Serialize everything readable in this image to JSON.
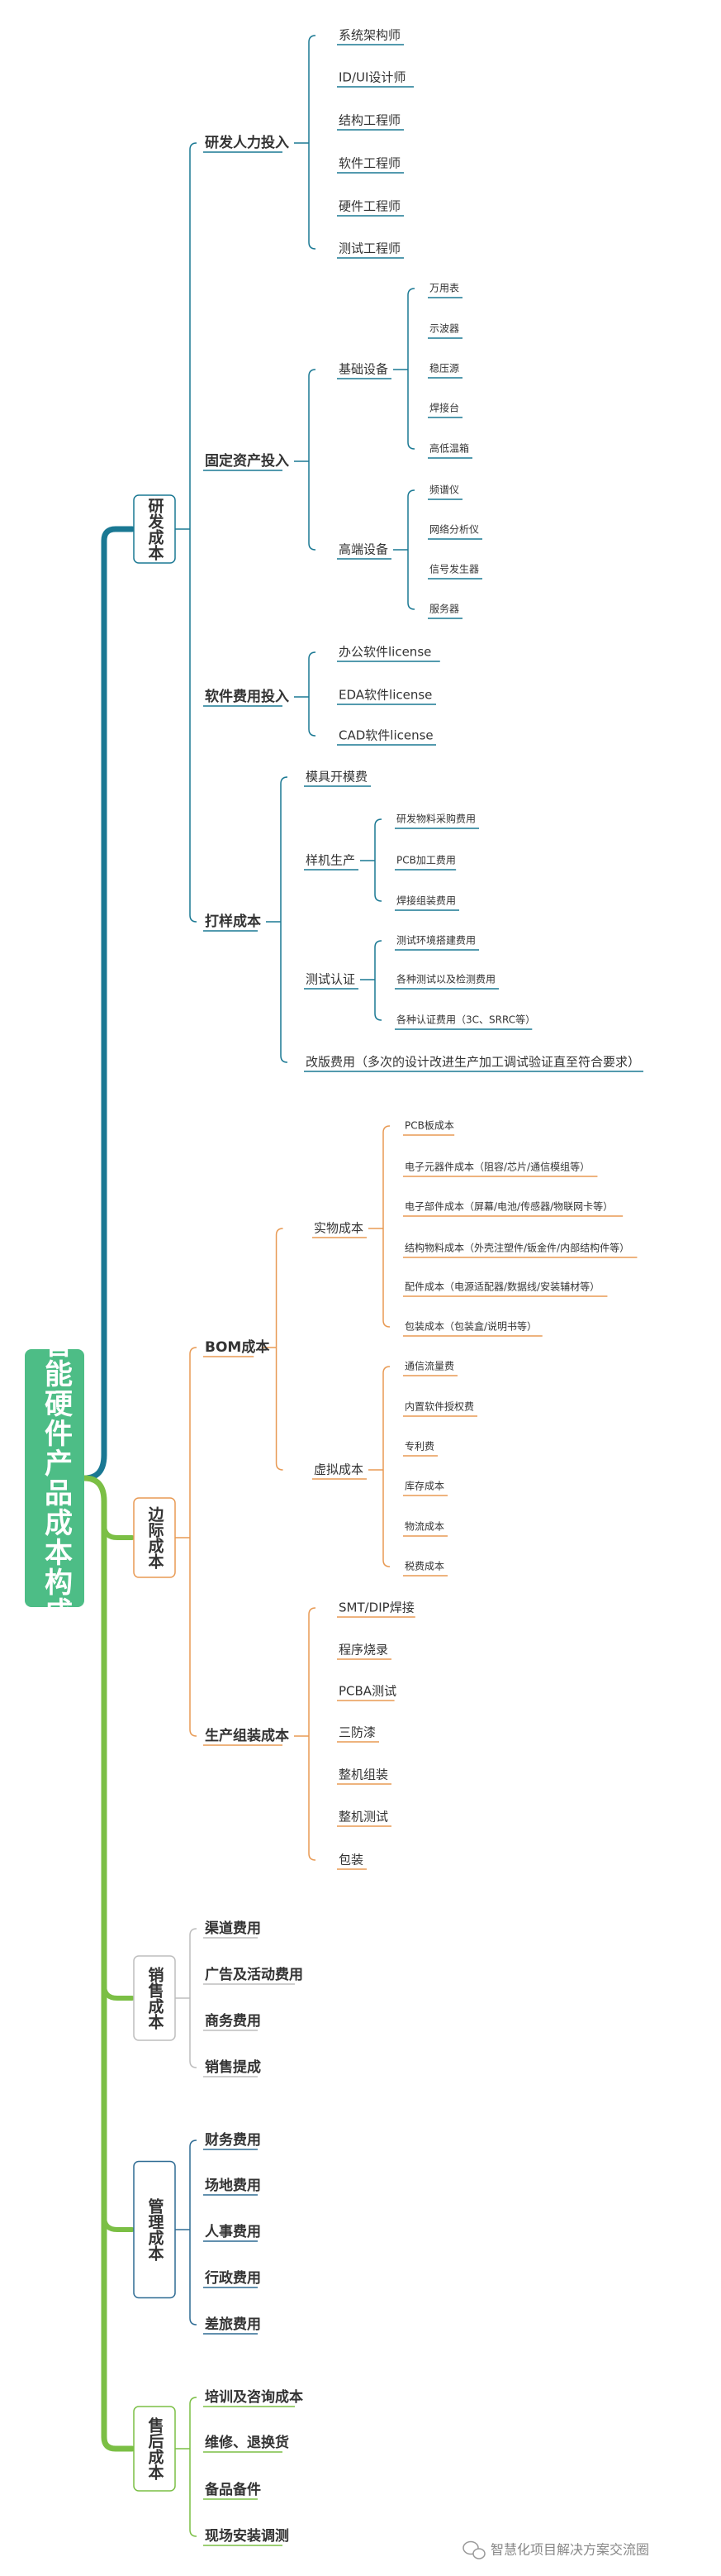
{
  "root": {
    "title": "智能硬件产品成本构成"
  },
  "colors": {
    "root_bg": "#4dbd86",
    "trunk_top": "#1a7893",
    "trunk_bottom": "#7bbf45",
    "研发": "#1a7893",
    "边际": "#e89a54",
    "销售": "#bdbdbd",
    "管理": "#2f6c94",
    "售后": "#7bbf45"
  },
  "categories": [
    {
      "key": "研发",
      "name": "研发成本",
      "items": [
        {
          "name": "研发人力投入",
          "children": [
            {
              "name": "系统架构师"
            },
            {
              "name": "ID/UI设计师"
            },
            {
              "name": "结构工程师"
            },
            {
              "name": "软件工程师"
            },
            {
              "name": "硬件工程师"
            },
            {
              "name": "测试工程师"
            }
          ]
        },
        {
          "name": "固定资产投入",
          "children": [
            {
              "name": "基础设备",
              "children": [
                {
                  "name": "万用表"
                },
                {
                  "name": "示波器"
                },
                {
                  "name": "稳压源"
                },
                {
                  "name": "焊接台"
                },
                {
                  "name": "高低温箱"
                }
              ]
            },
            {
              "name": "高端设备",
              "children": [
                {
                  "name": "频谱仪"
                },
                {
                  "name": "网络分析仪"
                },
                {
                  "name": "信号发生器"
                },
                {
                  "name": "服务器"
                }
              ]
            }
          ]
        },
        {
          "name": "软件费用投入",
          "children": [
            {
              "name": "办公软件license"
            },
            {
              "name": "EDA软件license"
            },
            {
              "name": "CAD软件license"
            }
          ]
        },
        {
          "name": "打样成本",
          "children": [
            {
              "name": "模具开模费"
            },
            {
              "name": "样机生产",
              "children": [
                {
                  "name": "研发物料采购费用"
                },
                {
                  "name": "PCB加工费用"
                },
                {
                  "name": "焊接组装费用"
                }
              ]
            },
            {
              "name": "测试认证",
              "children": [
                {
                  "name": "测试环境搭建费用"
                },
                {
                  "name": "各种测试以及检测费用"
                },
                {
                  "name": "各种认证费用（3C、SRRC等）"
                }
              ]
            },
            {
              "name": "改版费用（多次的设计改进生产加工调试验证直至符合要求）"
            }
          ]
        }
      ]
    },
    {
      "key": "边际",
      "name": "边际成本",
      "items": [
        {
          "name": "BOM成本",
          "children": [
            {
              "name": "实物成本",
              "children": [
                {
                  "name": "PCB板成本"
                },
                {
                  "name": "电子元器件成本（阻容/芯片/通信模组等）"
                },
                {
                  "name": "电子部件成本（屏幕/电池/传感器/物联网卡等）"
                },
                {
                  "name": "结构物料成本（外壳注塑件/钣金件/内部结构件等）"
                },
                {
                  "name": "配件成本（电源适配器/数据线/安装辅材等）"
                },
                {
                  "name": "包装成本（包装盒/说明书等）"
                }
              ]
            },
            {
              "name": "虚拟成本",
              "children": [
                {
                  "name": "通信流量费"
                },
                {
                  "name": "内置软件授权费"
                },
                {
                  "name": "专利费"
                },
                {
                  "name": "库存成本"
                },
                {
                  "name": "物流成本"
                },
                {
                  "name": "税费成本"
                }
              ]
            }
          ]
        },
        {
          "name": "生产组装成本",
          "children": [
            {
              "name": "SMT/DIP焊接"
            },
            {
              "name": "程序烧录"
            },
            {
              "name": "PCBA测试"
            },
            {
              "name": "三防漆"
            },
            {
              "name": "整机组装"
            },
            {
              "name": "整机测试"
            },
            {
              "name": "包装"
            }
          ]
        }
      ]
    },
    {
      "key": "销售",
      "name": "销售成本",
      "items": [
        {
          "name": "渠道费用"
        },
        {
          "name": "广告及活动费用"
        },
        {
          "name": "商务费用"
        },
        {
          "name": "销售提成"
        }
      ]
    },
    {
      "key": "管理",
      "name": "管理成本",
      "items": [
        {
          "name": "财务费用"
        },
        {
          "name": "场地费用"
        },
        {
          "name": "人事费用"
        },
        {
          "name": "行政费用"
        },
        {
          "name": "差旅费用"
        }
      ]
    },
    {
      "key": "售后",
      "name": "售后成本",
      "items": [
        {
          "name": "培训及咨询成本"
        },
        {
          "name": "维修、退换货"
        },
        {
          "name": "备品备件"
        },
        {
          "name": "现场安装调测"
        }
      ]
    }
  ],
  "watermark": {
    "icon": "wechat-icon",
    "text": "智慧化项目解决方案交流圈"
  }
}
